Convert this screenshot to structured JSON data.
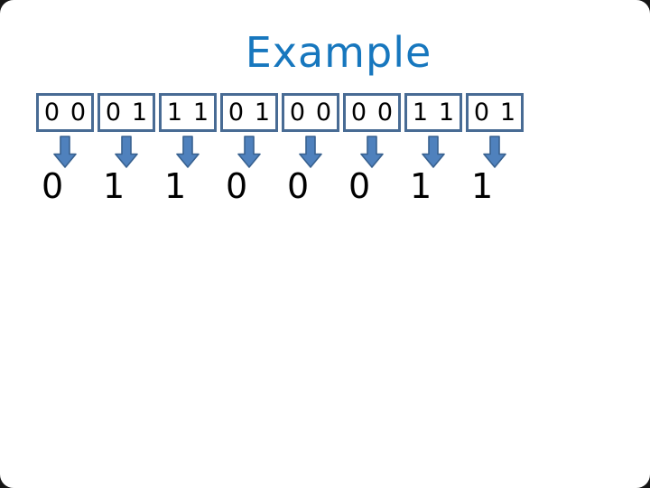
{
  "slide": {
    "title": "Example",
    "columns": [
      {
        "bits": [
          "0",
          "0"
        ],
        "result": "0"
      },
      {
        "bits": [
          "0",
          "1"
        ],
        "result": "1"
      },
      {
        "bits": [
          "1",
          "1"
        ],
        "result": "1"
      },
      {
        "bits": [
          "0",
          "1"
        ],
        "result": "0"
      },
      {
        "bits": [
          "0",
          "0"
        ],
        "result": "0"
      },
      {
        "bits": [
          "0",
          "0"
        ],
        "result": "0"
      },
      {
        "bits": [
          "1",
          "1"
        ],
        "result": "1"
      },
      {
        "bits": [
          "0",
          "1"
        ],
        "result": "1"
      }
    ],
    "colors": {
      "title_text": "#1777be",
      "box_border": "#486b94",
      "arrow_fill": "#4f81bd",
      "arrow_outline": "#38618f",
      "digit_text": "#000000",
      "slide_background": "#ffffff"
    },
    "icons": {
      "arrow": "down-arrow-icon"
    }
  }
}
